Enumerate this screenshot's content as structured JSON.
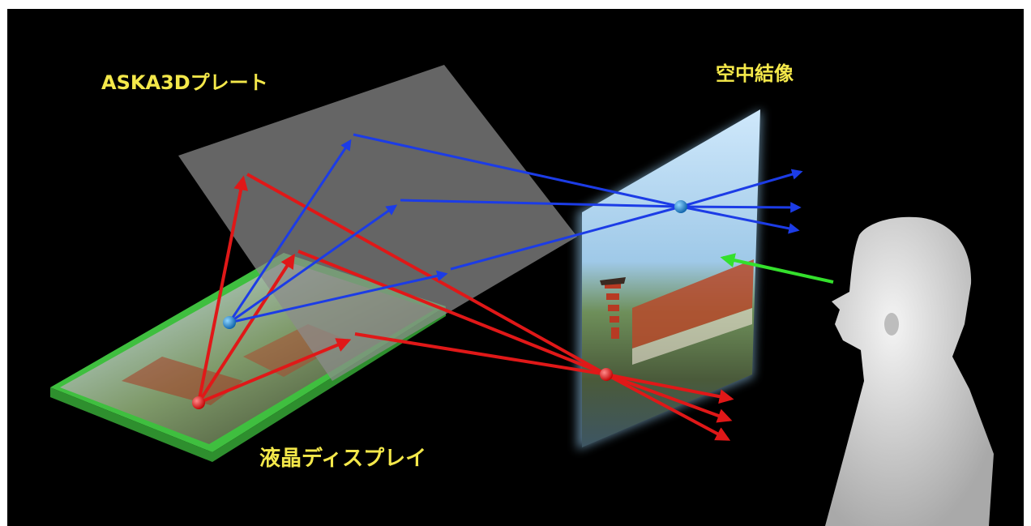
{
  "labels": {
    "plate": "ASKA3Dプレート",
    "aerial_image": "空中結像",
    "lcd_display": "液晶ディスプレイ"
  },
  "colors": {
    "background": "#000000",
    "frame": "#ffffff",
    "label_text": "#f4e84a",
    "plate": "#8c8c8c",
    "display_frame": "#4fd64f",
    "ray_red": "#e01818",
    "ray_blue": "#1c3ce6",
    "gaze_arrow": "#34e02c",
    "aerial_glow": "#9fd8ff",
    "head": "#d9d9d9"
  },
  "icons": {
    "source_point_red": "red-sphere-icon",
    "source_point_blue": "blue-sphere-icon",
    "image_point_red": "red-sphere-icon",
    "image_point_blue": "blue-sphere-icon",
    "viewer": "human-head-icon"
  }
}
